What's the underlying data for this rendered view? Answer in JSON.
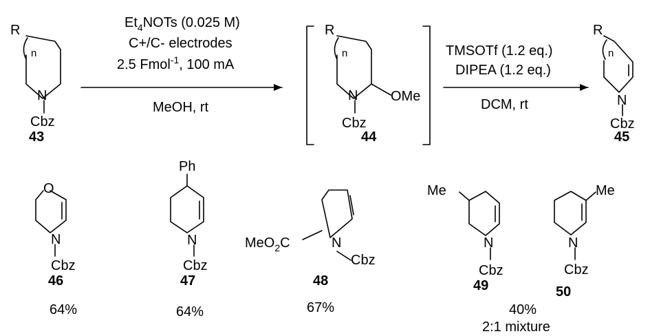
{
  "reaction1": {
    "cond1": "Et",
    "cond1_sub": "4",
    "cond1_rest": "NOTs (0.025 M)",
    "cond2": "C+/C- electrodes",
    "cond3": "2.5 Fmol",
    "cond3_sup": "-1",
    "cond3_rest": ", 100 mA",
    "cond4": "MeOH, rt"
  },
  "reaction2": {
    "cond1": "TMSOTf (1.2 eq.)",
    "cond2": "DIPEA (1.2 eq.)",
    "cond3": "DCM, rt"
  },
  "atoms": {
    "R": "R",
    "n": "n",
    "N": "N",
    "O": "O",
    "Cbz": "Cbz",
    "OMe": "OMe",
    "Ph": "Ph",
    "Me": "Me",
    "MeO2C_a": "MeO",
    "MeO2C_sub": "2",
    "MeO2C_b": "C"
  },
  "compounds": {
    "c43": "43",
    "c44": "44",
    "c45": "45",
    "c46": "46",
    "c47": "47",
    "c48": "48",
    "c49": "49",
    "c50": "50"
  },
  "yields": {
    "y46": "64%",
    "y47": "64%",
    "y48": "67%",
    "y4950": "40%",
    "mixture": "2:1 mixture"
  }
}
